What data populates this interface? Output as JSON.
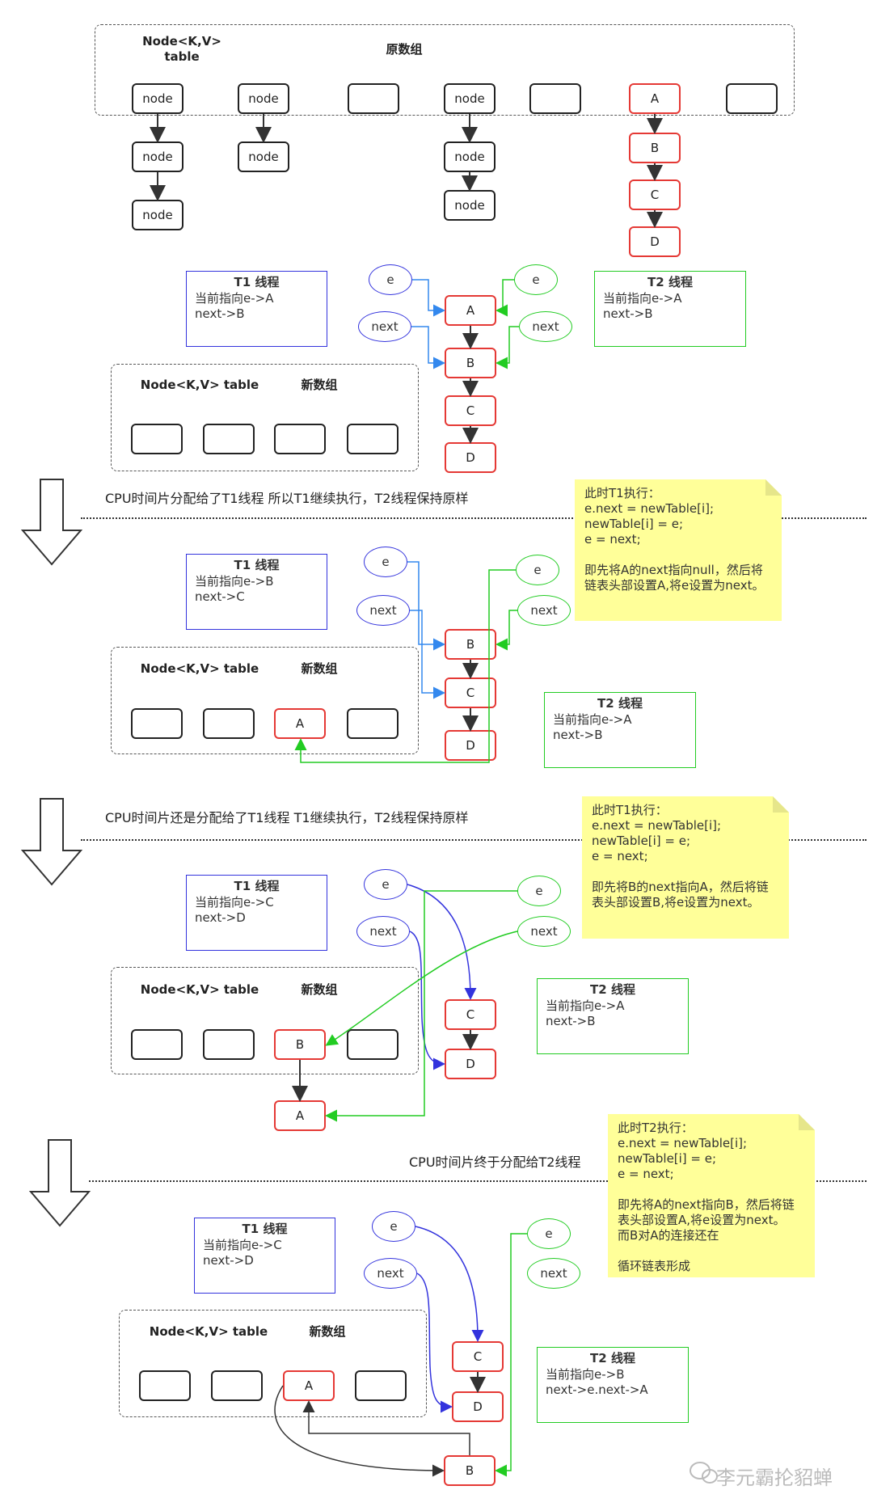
{
  "labels": {
    "table_label": "Node<K,V>\ntable",
    "table_label_inline": "Node<K,V> table",
    "old_array": "原数组",
    "new_array": "新数组",
    "node": "node",
    "e": "e",
    "next": "next"
  },
  "nodes": {
    "A": "A",
    "B": "B",
    "C": "C",
    "D": "D"
  },
  "section0": {
    "t1": {
      "title": "T1 线程",
      "line1": "当前指向e->A",
      "line2": "next->B"
    },
    "t2": {
      "title": "T2 线程",
      "line1": "当前指向e->A",
      "line2": "next->B"
    }
  },
  "section1": {
    "caption": "CPU时间片分配给了T1线程  所以T1继续执行，T2线程保持原样",
    "note": "此时T1执行：\ne.next = newTable[i];\nnewTable[i] = e;\ne = next;\n\n即先将A的next指向null，然后将链表头部设置A,将e设置为next。",
    "t1": {
      "title": "T1 线程",
      "line1": "当前指向e->B",
      "line2": "next->C"
    },
    "t2": {
      "title": "T2 线程",
      "line1": "当前指向e->A",
      "line2": "next->B"
    }
  },
  "section2": {
    "caption": "CPU时间片还是分配给了T1线程  T1继续执行，T2线程保持原样",
    "note": "此时T1执行：\ne.next = newTable[i];\nnewTable[i] = e;\ne = next;\n\n即先将B的next指向A，然后将链表头部设置B,将e设置为next。",
    "t1": {
      "title": "T1 线程",
      "line1": "当前指向e->C",
      "line2": "next->D"
    },
    "t2": {
      "title": "T2 线程",
      "line1": "当前指向e->A",
      "line2": "next->B"
    }
  },
  "section3": {
    "caption": "CPU时间片终于分配给T2线程",
    "note": "此时T2执行：\ne.next = newTable[i];\nnewTable[i] = e;\ne = next;\n\n即先将A的next指向B，然后将链表头部设置A,将e设置为next。\n而B对A的连接还在\n\n循环链表形成",
    "t1": {
      "title": "T1 线程",
      "line1": "当前指向e->C",
      "line2": "next->D"
    },
    "t2": {
      "title": "T2 线程",
      "line1": "当前指向e->B",
      "line2": "next->e.next->A"
    }
  },
  "watermark": "李元霸抡貂蝉",
  "colors": {
    "red": "#e53935",
    "blue": "#3333dd",
    "green": "#22cc22",
    "note": "#ffff99"
  }
}
